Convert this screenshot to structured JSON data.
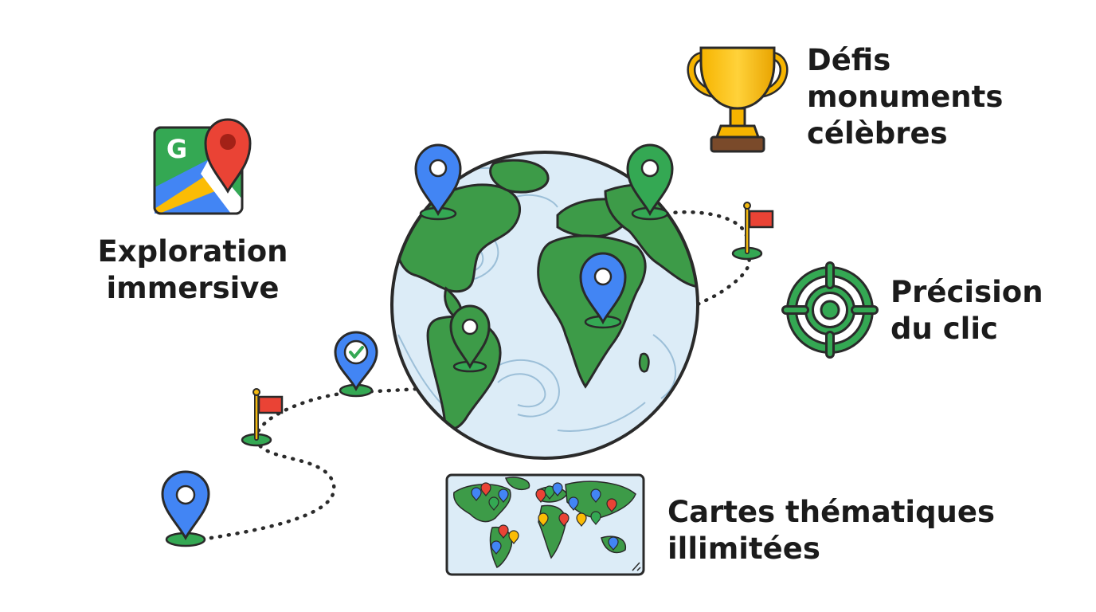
{
  "logo": {
    "letter": "G"
  },
  "features": {
    "exploration": {
      "line1": "Exploration",
      "line2": "immersive"
    },
    "defis": {
      "line1": "Défis",
      "line2": "monuments",
      "line3": "célèbres"
    },
    "precision": {
      "line1": "Précision",
      "line2": "du clic"
    },
    "cartes": {
      "line1": "Cartes thématiques",
      "line2": "illimitées"
    }
  },
  "colors": {
    "google_blue": "#4285F4",
    "google_green": "#34A853",
    "google_red": "#EA4335",
    "google_yellow": "#FBBC05",
    "land_green": "#3d9b48",
    "ocean": "#dcecf7",
    "outline": "#2a2a2a"
  },
  "icons": [
    "google-maps-logo-icon",
    "globe-icon",
    "trophy-icon",
    "target-crosshair-icon",
    "world-map-icon",
    "map-pin-icon",
    "checkmark-pin-icon",
    "flag-icon"
  ]
}
